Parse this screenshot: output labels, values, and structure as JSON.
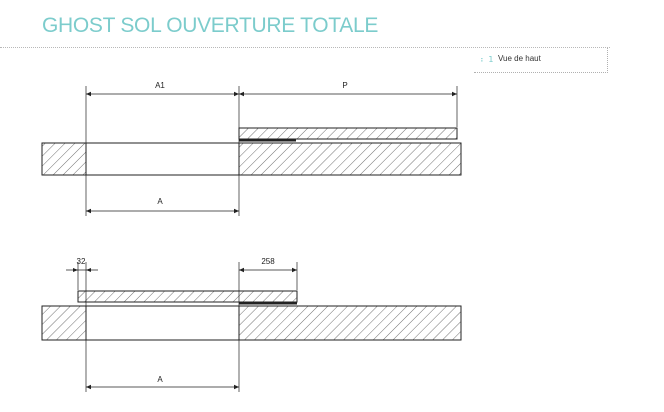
{
  "page": {
    "title": "GHOST SOL OUVERTURE TOTALE"
  },
  "legend": {
    "marker": "⠆ 1",
    "text": "Vue de haut"
  },
  "diagram_top": {
    "dim_a1": "A1",
    "dim_p": "P",
    "dim_a": "A"
  },
  "diagram_bottom": {
    "dim_32": "32",
    "dim_258": "258",
    "dim_a": "A"
  },
  "colors": {
    "title": "#7ccccc",
    "line": "#222222"
  }
}
